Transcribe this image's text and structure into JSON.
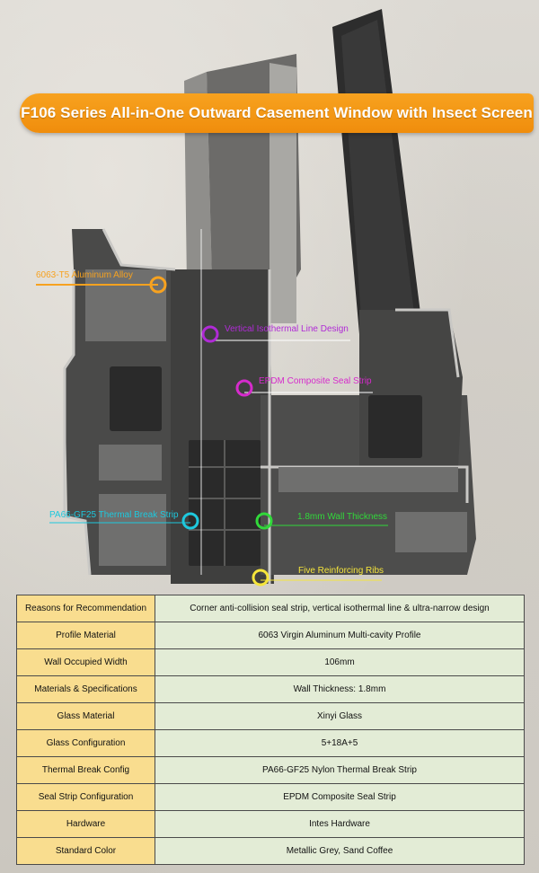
{
  "title": "F106 Series All-in-One Outward Casement Window with Insect Screen",
  "callouts": {
    "aluminum": "6063-T5 Aluminum Alloy",
    "isothermal": "Vertical Isothermal Line Design",
    "seal": "EPDM Composite Seal Strip",
    "thermal_break": "PA66-GF25 Thermal Break Strip",
    "wall": "1.8mm Wall Thickness",
    "ribs": "Five Reinforcing Ribs"
  },
  "specs": [
    {
      "key": "Reasons for Recommendation",
      "value": "Corner anti-collision seal strip, vertical isothermal line & ultra-narrow design"
    },
    {
      "key": "Profile Material",
      "value": "6063 Virgin Aluminum Multi-cavity Profile"
    },
    {
      "key": "Wall Occupied Width",
      "value": "106mm"
    },
    {
      "key": "Materials & Specifications",
      "value": "Wall Thickness: 1.8mm"
    },
    {
      "key": "Glass Material",
      "value": "Xinyi Glass"
    },
    {
      "key": "Glass Configuration",
      "value": "5+18A+5"
    },
    {
      "key": "Thermal Break Config",
      "value": "PA66-GF25 Nylon Thermal Break Strip"
    },
    {
      "key": "Seal Strip Configuration",
      "value": "EPDM Composite Seal Strip"
    },
    {
      "key": "Hardware",
      "value": "Intes Hardware"
    },
    {
      "key": "Standard Color",
      "value": "Metallic Grey, Sand Coffee"
    }
  ],
  "colors": {
    "banner": "#f7a21f",
    "table_key_bg": "#f9dd8f",
    "table_value_bg": "#e3ecd6"
  }
}
